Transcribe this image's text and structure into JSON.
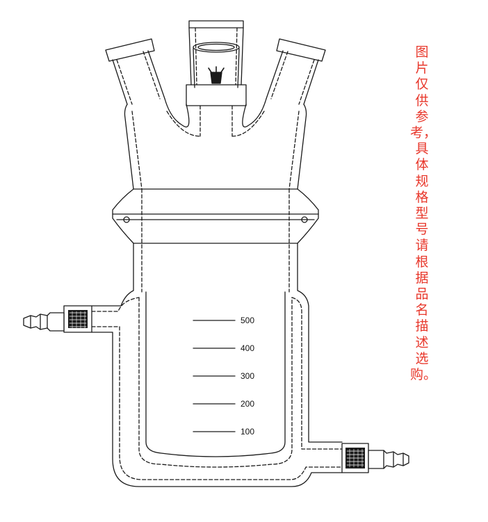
{
  "notice_text": "图片仅供参考，具体规格型号请根据品名描述选购。",
  "graduations": [
    "500",
    "400",
    "300",
    "200",
    "100"
  ],
  "colors": {
    "notice": "#e8382c",
    "line": "#1a1a1a"
  }
}
